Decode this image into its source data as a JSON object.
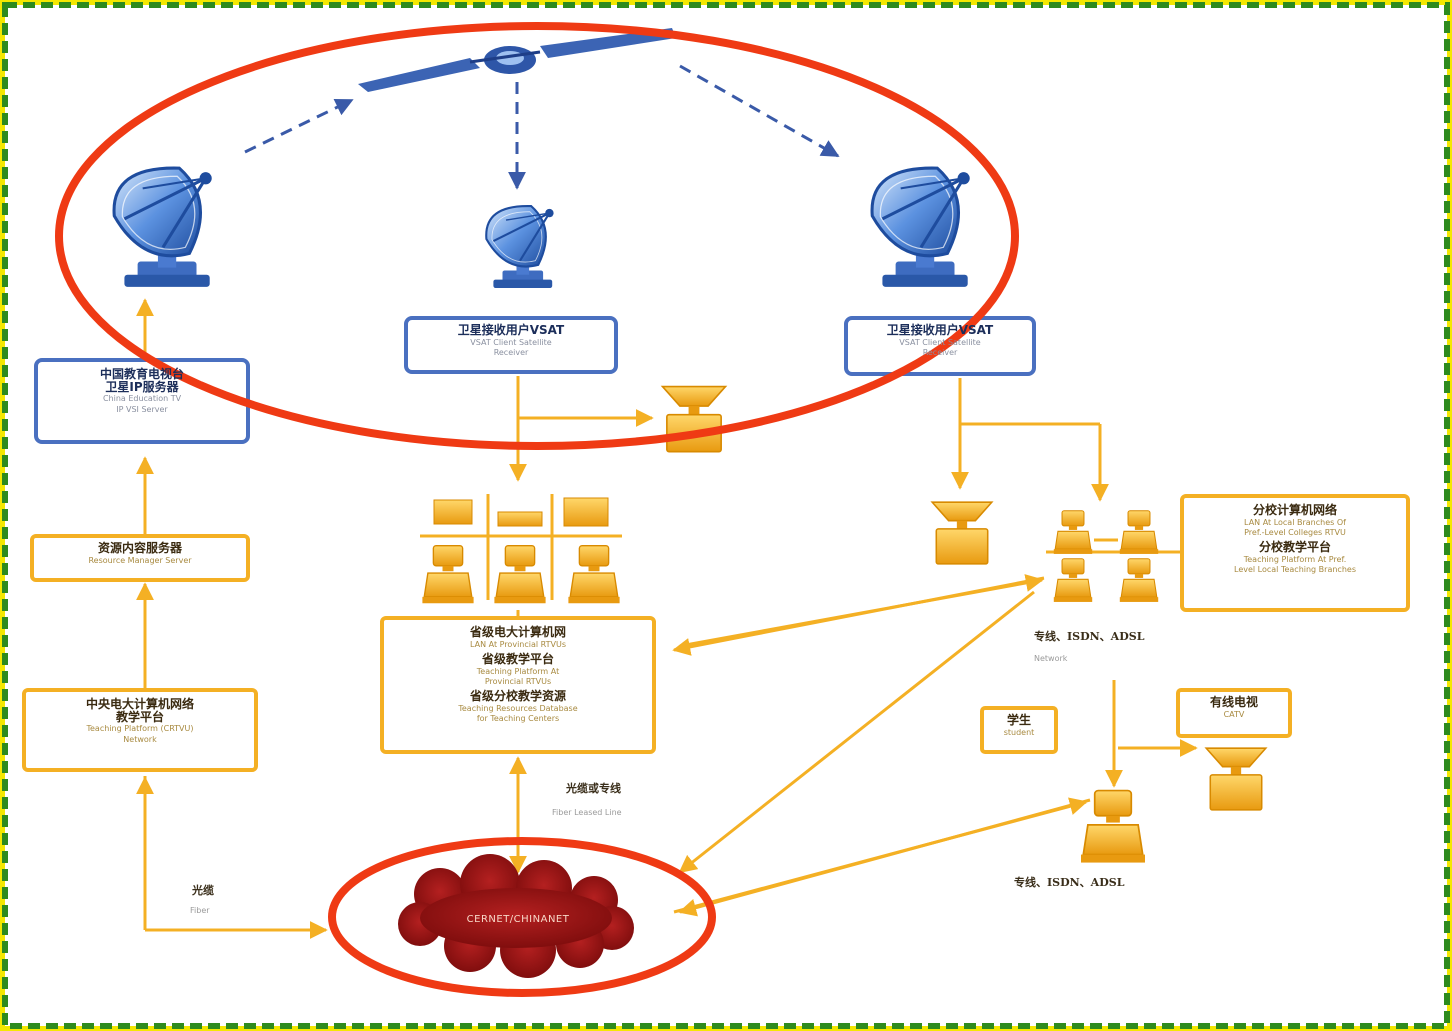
{
  "colors": {
    "frame_outer": "#f4e800",
    "frame_dash": "#2e8b1e",
    "blue_box_border": "#4a70c0",
    "orange": "#f4b024",
    "red_highlight": "#ef3a14",
    "cloud": "#a01818"
  },
  "icons": {
    "dish": "satellite-dish-icon",
    "satellite": "satellite-icon",
    "computer": "computer-terminal-icon",
    "tv": "tv-set-icon",
    "cloud": "network-cloud-icon"
  },
  "boxes": {
    "left_server": {
      "zh1": "中国教育电视台",
      "zh2": "卫星IP服务器",
      "en1": "China Education TV",
      "en2": "IP VSI Server"
    },
    "resource_service": {
      "zh": "资源内容服务器",
      "en": "Resource Manager Server"
    },
    "central_platform": {
      "zh1": "中央电大计算机网络",
      "zh2": "教学平台",
      "en1": "Teaching Platform (CRTVU)",
      "en2": "Network"
    },
    "sat_receiver_1": {
      "zh": "卫星接收用户VSAT",
      "en1": "VSAT Client Satellite",
      "en2": "Receiver"
    },
    "sat_receiver_2": {
      "zh": "卫星接收用户VSAT",
      "en1": "VSAT Client Satellite",
      "en2": "Receiver"
    },
    "provincial": {
      "zh1": "省级电大计算机网",
      "en1": "LAN At Provincial RTVUs",
      "zh2": "省级教学平台",
      "en2a": "Teaching Platform At",
      "en2b": "Provincial RTVUs",
      "zh3": "省级分校教学资源",
      "en3a": "Teaching Resources Database",
      "en3b": "for Teaching Centers"
    },
    "branch": {
      "zh1": "分校计算机网络",
      "en1a": "LAN At Local Branches Of",
      "en1b": "Pref.-Level Colleges RTVU",
      "zh2": "分校教学平台",
      "en2a": "Teaching Platform At Pref.",
      "en2b": "Level Local Teaching Branches"
    },
    "student": {
      "zh": "学生",
      "en": "student"
    },
    "cable_tv": {
      "zh": "有线电视",
      "en": "CATV"
    }
  },
  "labels": {
    "access_top": "专线、ISDN、ADSL",
    "access_top_en": "Network",
    "access_bottom": "专线、ISDN、ADSL",
    "fiber_leased": "光缆或专线",
    "fiber_leased_en": "Fiber Leased Line",
    "fiber": "光缆",
    "fiber_en": "Fiber",
    "cloud": "CERNET/CHINANET"
  }
}
